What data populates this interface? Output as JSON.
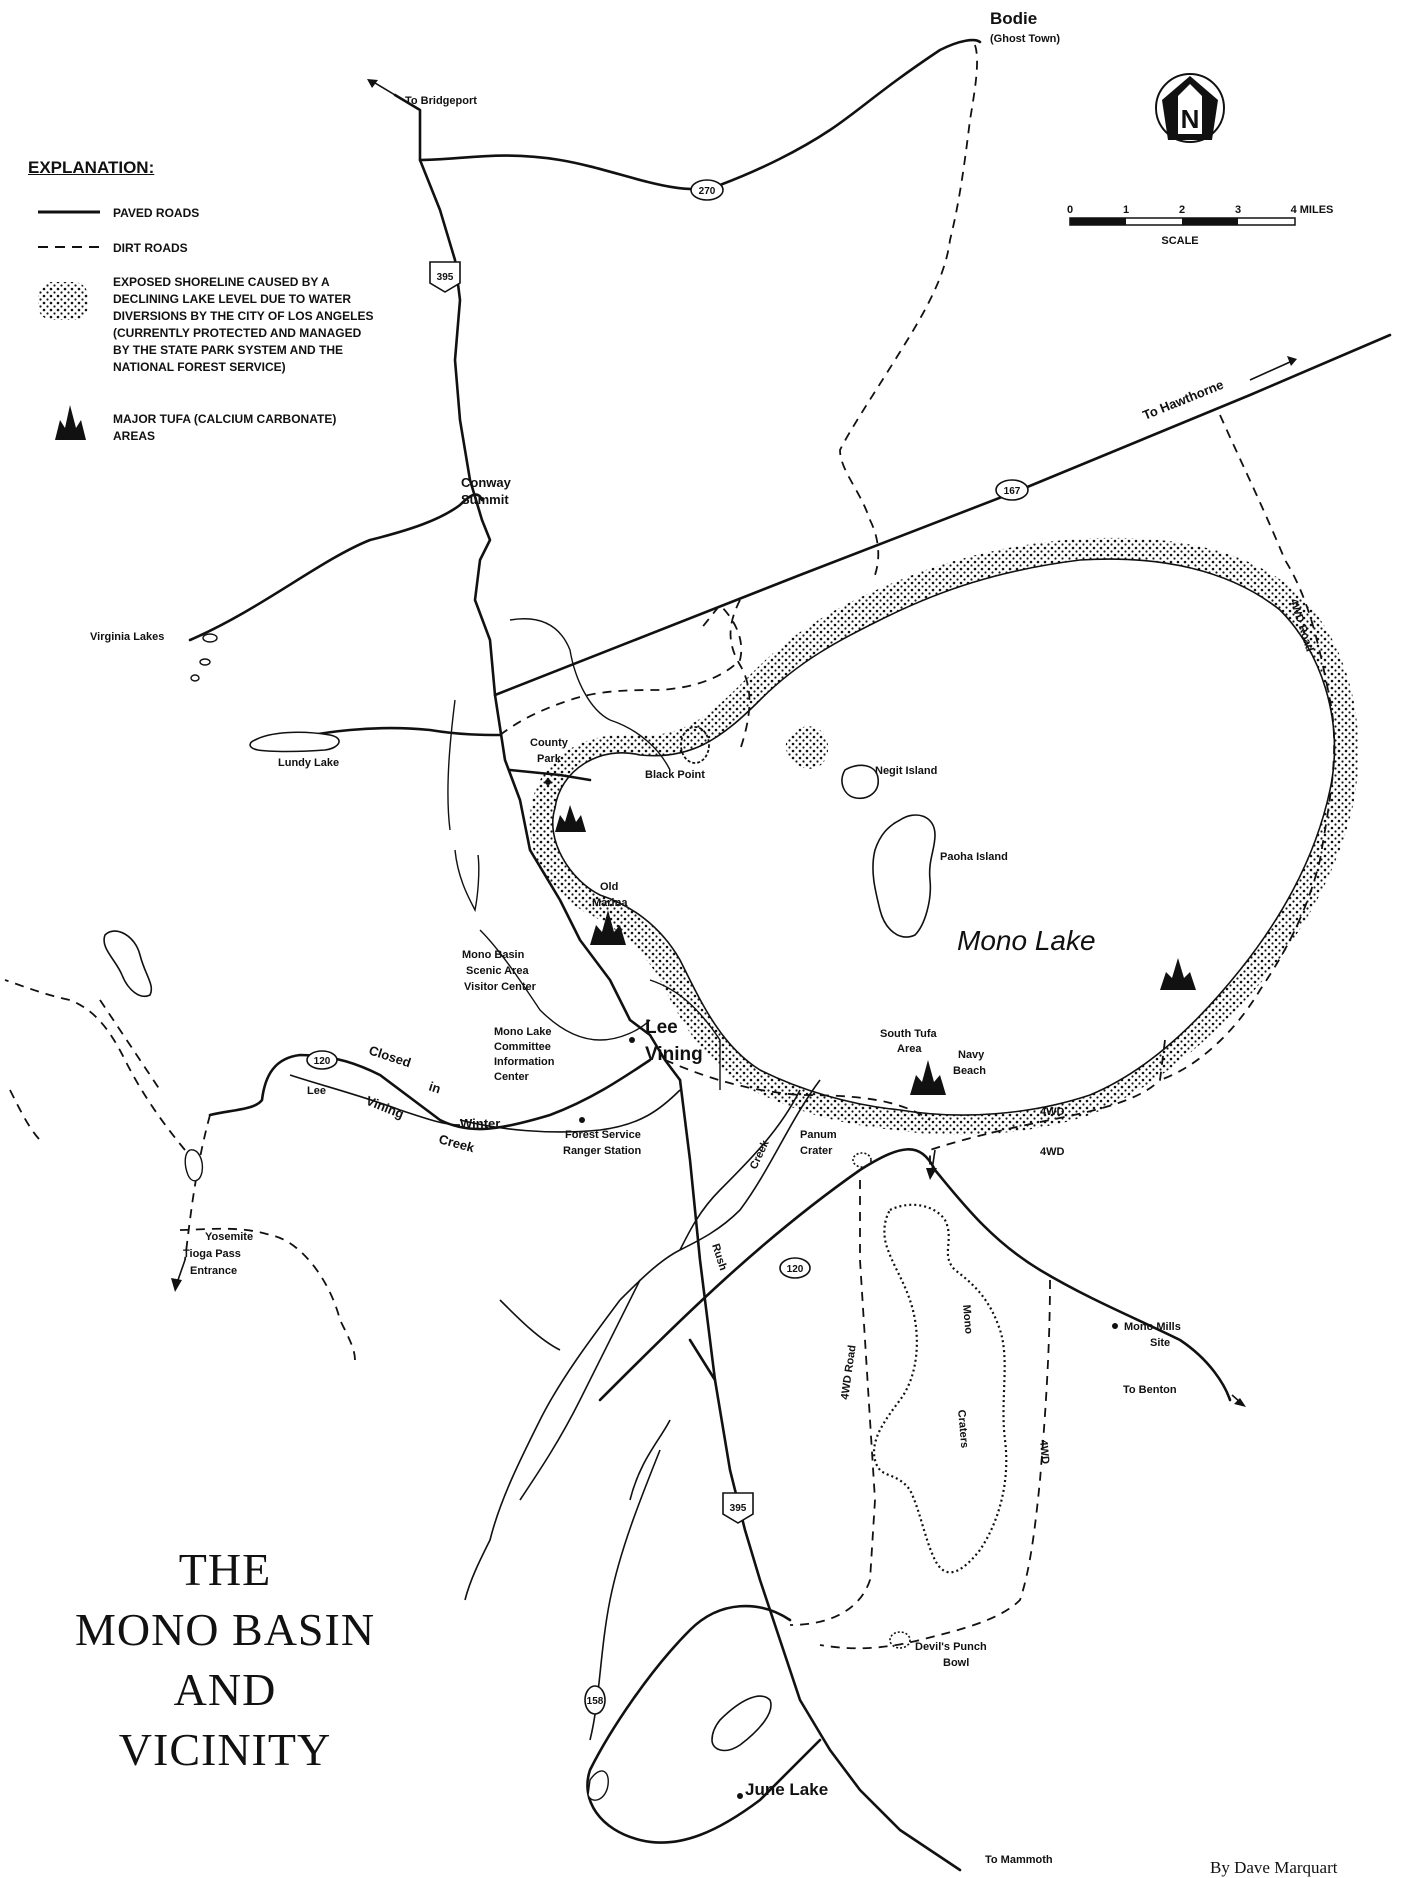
{
  "title": {
    "line1": "THE",
    "line2": "MONO BASIN",
    "line3": "AND",
    "line4": "VICINITY"
  },
  "credit": "By Dave Marquart",
  "legend": {
    "heading": "EXPLANATION:",
    "paved": "PAVED ROADS",
    "dirt": "DIRT ROADS",
    "shoreline": [
      "EXPOSED SHORELINE CAUSED BY A",
      "DECLINING LAKE LEVEL DUE TO WATER",
      "DIVERSIONS BY THE CITY OF LOS ANGELES",
      "(CURRENTLY PROTECTED AND MANAGED",
      "BY THE STATE PARK SYSTEM AND THE",
      "NATIONAL FOREST SERVICE)"
    ],
    "tufa": [
      "MAJOR TUFA (CALCIUM CARBONATE)",
      "AREAS"
    ]
  },
  "scale": {
    "ticks": [
      "0",
      "1",
      "2",
      "3",
      "4 MILES"
    ],
    "label": "SCALE"
  },
  "north": "N",
  "highways": {
    "h395a": "395",
    "h395b": "395",
    "h270": "270",
    "h167": "167",
    "h120a": "120",
    "h120b": "120",
    "h158": "158"
  },
  "places": {
    "bodie": "Bodie",
    "ghost_town": "(Ghost Town)",
    "bridgeport": "To Bridgeport",
    "hawthorne": "To Hawthorne",
    "conway1": "Conway",
    "conway2": "Summit",
    "virginia_lakes": "Virginia Lakes",
    "lundy_lake": "Lundy Lake",
    "county1": "County",
    "county2": "Park",
    "black_point": "Black Point",
    "negit": "Negit Island",
    "paoha": "Paoha Island",
    "mono_lake": "Mono Lake",
    "old1": "Old",
    "old2": "Marina",
    "visitor": [
      "Mono Basin",
      "Scenic Area",
      "Visitor Center"
    ],
    "committee": [
      "Mono Lake",
      "Committee",
      "Information",
      "Center"
    ],
    "lee": "Lee",
    "vining": "Vining",
    "closed": "Closed",
    "in": "in",
    "winter": "Winter",
    "lee_vining_creek": [
      "Lee",
      "Vining",
      "Creek"
    ],
    "ranger": [
      "Forest Service",
      "Ranger Station"
    ],
    "south_tufa": [
      "South Tufa",
      "Area"
    ],
    "navy": [
      "Navy",
      "Beach"
    ],
    "fwd1": "4WD",
    "fwd2": "4WD",
    "fwd_road_e": "4WD Road",
    "panum": [
      "Panum",
      "Crater"
    ],
    "rush_creek": [
      "Rush",
      "Creek"
    ],
    "fwd_road_s": "4WD Road",
    "fwd_road_se": "4WD",
    "mono_craters": [
      "Mono",
      "Craters"
    ],
    "mono_mills": [
      "Mono Mills",
      "Site"
    ],
    "benton": "To Benton",
    "yosemite": [
      "Yosemite",
      "Tioga Pass",
      "Entrance"
    ],
    "devils": [
      "Devil's Punch",
      "Bowl"
    ],
    "june_lake": "June Lake",
    "mammoth": "To Mammoth"
  }
}
